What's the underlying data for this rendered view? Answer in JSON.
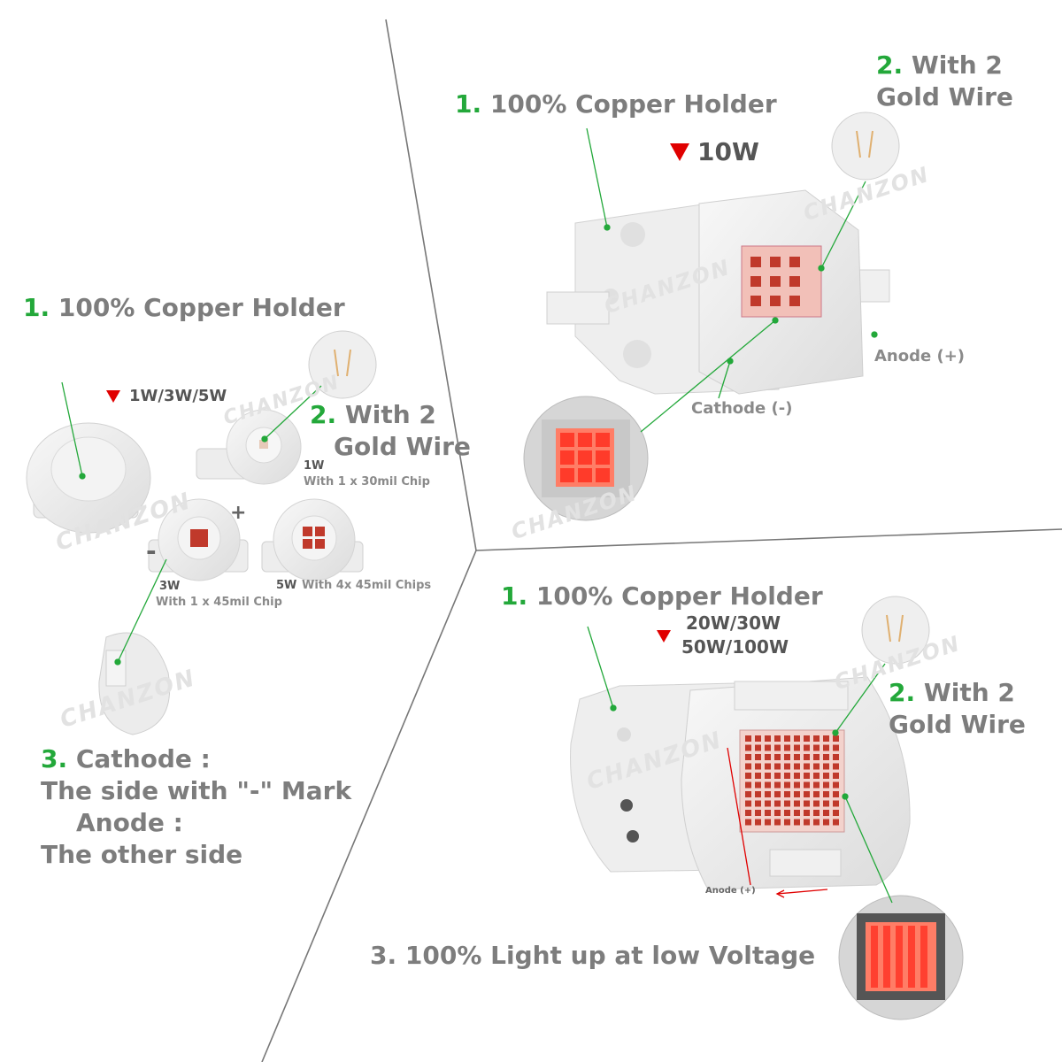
{
  "section_left": {
    "heading1": {
      "num": "1.",
      "text": "100% Copper Holder"
    },
    "wattage": "1W/3W/5W",
    "heading2": {
      "num": "2.",
      "line1": "With 2",
      "line2": "Gold Wire"
    },
    "variant_1w": {
      "power": "1W",
      "chip": "With 1 x 30mil Chip"
    },
    "variant_3w": {
      "power": "3W",
      "chip": "With 1 x 45mil Chip"
    },
    "variant_5w": {
      "power": "5W",
      "chip": "With 4x 45mil Chips"
    },
    "minus_mark": "-",
    "plus_mark": "+",
    "heading3": {
      "num": "3.",
      "line1": "Cathode  :",
      "line2": "The side with \"-\" Mark",
      "line3": "Anode  :",
      "line4": "The other side"
    },
    "watermark": "CHANZON"
  },
  "section_top_right": {
    "heading1": {
      "num": "1.",
      "text": "100% Copper Holder"
    },
    "wattage": "10W",
    "heading2": {
      "num": "2.",
      "line1": "With 2",
      "line2": "Gold Wire"
    },
    "anode_label": "Anode (+)",
    "cathode_label": "Cathode (-)",
    "watermark": "CHANZON"
  },
  "section_bottom_right": {
    "heading1": {
      "num": "1.",
      "text": "100% Copper Holder"
    },
    "wattage_line1": "20W/30W",
    "wattage_line2": "50W/100W",
    "heading2": {
      "num": "2.",
      "line1": "With 2",
      "line2": "Gold Wire"
    },
    "anode_label": "Anode (+)",
    "heading3": {
      "num": "3.",
      "text": "100% Light up at low Voltage"
    },
    "watermark": "CHANZON"
  },
  "colors": {
    "accent_green": "#23a83a",
    "text_gray": "#7d7d7d",
    "marker_red": "#e00000",
    "chip_red": "#c0392b"
  }
}
